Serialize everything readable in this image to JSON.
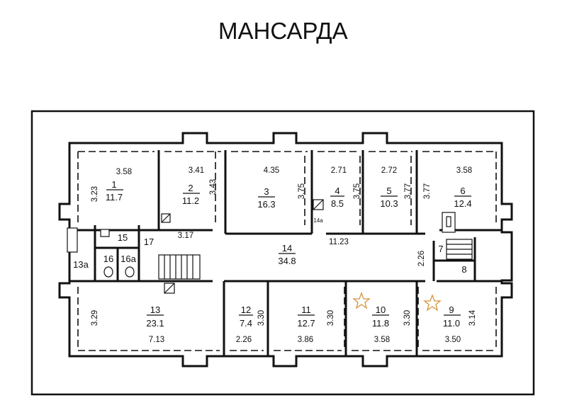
{
  "title": "МАНСАРДА",
  "rooms": [
    {
      "id": "r1",
      "number": "1",
      "area": "11.7"
    },
    {
      "id": "r2",
      "number": "2",
      "area": "11.2"
    },
    {
      "id": "r3",
      "number": "3",
      "area": "16.3"
    },
    {
      "id": "r4",
      "number": "4",
      "area": "8.5"
    },
    {
      "id": "r5",
      "number": "5",
      "area": "10.3"
    },
    {
      "id": "r6",
      "number": "6",
      "area": "12.4"
    },
    {
      "id": "r7",
      "number": "7"
    },
    {
      "id": "r8",
      "number": "8"
    },
    {
      "id": "r9",
      "number": "9",
      "area": "11.0"
    },
    {
      "id": "r10",
      "number": "10",
      "area": "11.8"
    },
    {
      "id": "r11",
      "number": "11",
      "area": "12.7"
    },
    {
      "id": "r12",
      "number": "12",
      "area": "7.4"
    },
    {
      "id": "r13",
      "number": "13",
      "area": "23.1"
    },
    {
      "id": "r13a",
      "number": "13a"
    },
    {
      "id": "r14",
      "number": "14",
      "area": "34.8"
    },
    {
      "id": "r14a",
      "number": "14a"
    },
    {
      "id": "r15",
      "number": "15"
    },
    {
      "id": "r16",
      "number": "16"
    },
    {
      "id": "r16a",
      "number": "16a"
    },
    {
      "id": "r17",
      "number": "17"
    }
  ],
  "dimensions": {
    "d1": "3.58",
    "d2": "3.23",
    "d3": "3.41",
    "d4": "3.43",
    "d5": "4.35",
    "d6": "3.75",
    "d7": "2.71",
    "d8": "3.75",
    "d9": "2.72",
    "d10": "3.77",
    "d11": "3.58",
    "d12": "3.77",
    "d13": "3.17",
    "d14": "11.23",
    "d15": "2.26",
    "d16": "3.29",
    "d17": "7.13",
    "d18": "3.30",
    "d19": "2.26",
    "d20": "3.30",
    "d21": "3.86",
    "d22": "3.30",
    "d23": "3.58",
    "d24": "3.14",
    "d25": "3.50"
  }
}
